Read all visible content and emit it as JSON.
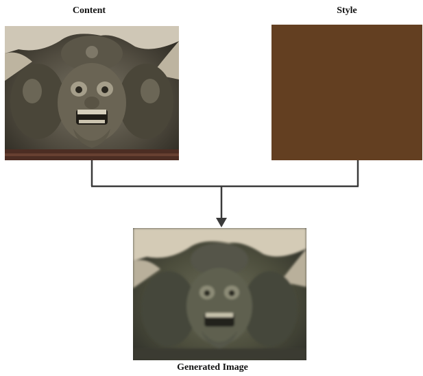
{
  "labels": {
    "content": "Content",
    "style": "Style",
    "generated": "Generated Image"
  },
  "colors": {
    "style_swatch": "#633f21",
    "connector": "#3a3a3a",
    "stone_dark": "#3d3a30",
    "stone_mid": "#6e6a5a",
    "cloth": "#cfc7b6",
    "generated_tint": "#5a5c48"
  },
  "images": {
    "content": "stone-carved-mask-photo",
    "style": "solid-brown-swatch",
    "generated": "stylized-stone-mask-photo"
  }
}
